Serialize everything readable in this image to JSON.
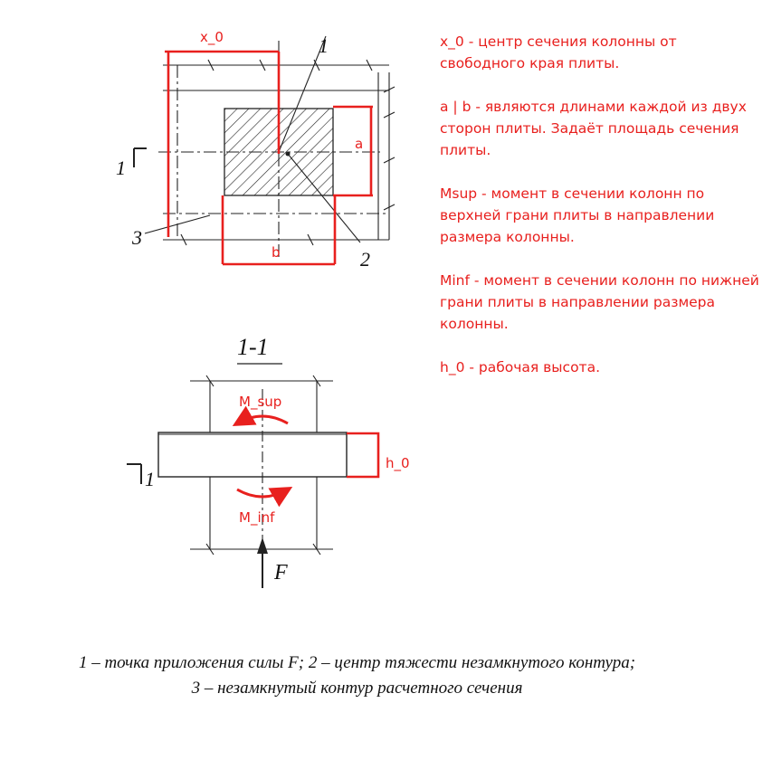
{
  "diagram": {
    "plan": {
      "point_labels": [
        "1",
        "2",
        "3"
      ],
      "section_mark": "1",
      "dim_x0": "x_0",
      "dim_a": "a",
      "dim_b": "b"
    },
    "section": {
      "title": "1-1",
      "section_mark": "1",
      "moment_sup": "M_sup",
      "moment_inf": "M_inf",
      "height_label": "h_0",
      "force_label": "F"
    }
  },
  "notes": [
    "x_0 - центр сечения колонны от свободного края плиты.",
    "a | b - являются длинами каждой из двух сторон плиты. Задаёт площадь сечения плиты.",
    "Msup - момент в сечении колонн по верхней грани плиты в направлении размера колонны.",
    "Minf - момент в сечении колонн по нижней грани плиты в направлении размера колонны.",
    "h_0 - рабочая высота."
  ],
  "caption": {
    "line1": "1 – точка приложения силы F; 2 – центр тяжести незамкнутого контура;",
    "line2": "3 – незамкнутый контур расчетного сечения"
  },
  "colors": {
    "accent": "#e8201e",
    "ink": "#111111"
  }
}
